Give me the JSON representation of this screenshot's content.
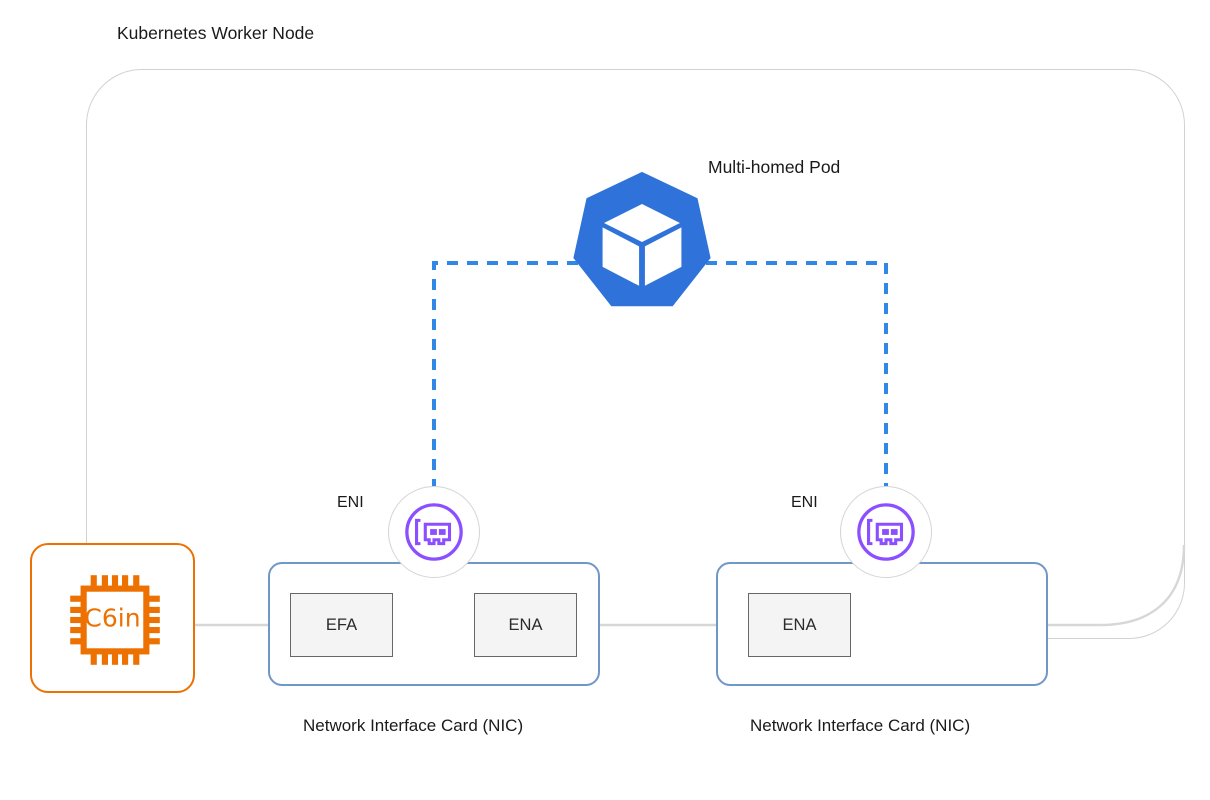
{
  "diagram": {
    "title": "Kubernetes Worker Node",
    "pod_title": "Multi-homed Pod",
    "colors": {
      "boundary": "#d2d2d2",
      "pod_blue": "#2f72d9",
      "dashed_link": "#2f87e8",
      "eni_purple": "#8C4FFF",
      "nic_border": "#6f97c9",
      "chip_orange": "#ED7100",
      "adapter_border": "#676767",
      "adapter_fill": "#f4f4f4",
      "wire_gray": "#d7d7d7"
    }
  },
  "compute": {
    "instance_label": "C6in",
    "icon": "cpu-chip-icon"
  },
  "pod": {
    "icon": "kubernetes-logo-icon",
    "label": "Multi-homed Pod"
  },
  "enis": [
    {
      "label": "ENI",
      "icon": "network-interface-card-icon"
    },
    {
      "label": "ENI",
      "icon": "network-interface-card-icon"
    }
  ],
  "nics": [
    {
      "caption": "Network Interface Card (NIC)",
      "adapters": [
        {
          "label": "EFA"
        },
        {
          "label": "ENA"
        }
      ]
    },
    {
      "caption": "Network Interface Card (NIC)",
      "adapters": [
        {
          "label": "ENA"
        }
      ]
    }
  ]
}
